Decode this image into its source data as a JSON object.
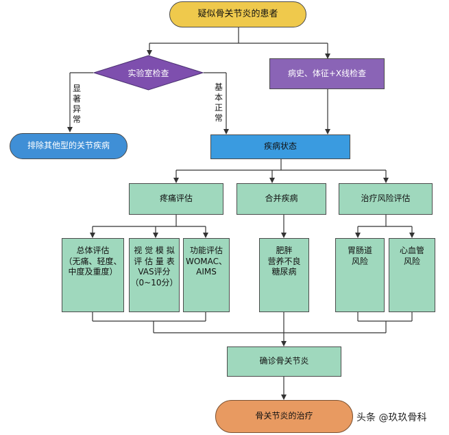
{
  "colors": {
    "start": "#efc94c",
    "diamond": "#7e4fae",
    "purple": "#8a64b6",
    "blue_pill": "#3f8fd6",
    "blue_box": "#3a9be0",
    "green": "#9fd8bd",
    "end": "#e89a61"
  },
  "nodes": {
    "start": "疑似骨关节炎的患者",
    "lab": "实验室检查",
    "history": "病史、体征+X线检查",
    "exclude": "排除其他型的关节疾病",
    "status": "疾病状态",
    "pain": "疼痛评估",
    "comorbid": "合并疾病",
    "risk": "治疗风险评估",
    "overall": "总体评估\n（无痛、轻度、\n中度及重度）",
    "vas": "视 觉 模 拟\n评 估 量 表\nVAS评分\n（0~10分）",
    "function": "功能评估\nWOMAC、\nAIMS",
    "comorbid_list": "肥胖\n营养不良\n糖尿病",
    "gi": "胃肠道\n风险",
    "cv": "心血管\n风险",
    "diagnosis": "确诊骨关节炎",
    "treatment": "骨关节炎的治疗"
  },
  "edge_labels": {
    "abnormal": "显\n著\n异\n常",
    "normal": "基\n本\n正\n常"
  },
  "watermark": "头条 @玖玖骨科"
}
